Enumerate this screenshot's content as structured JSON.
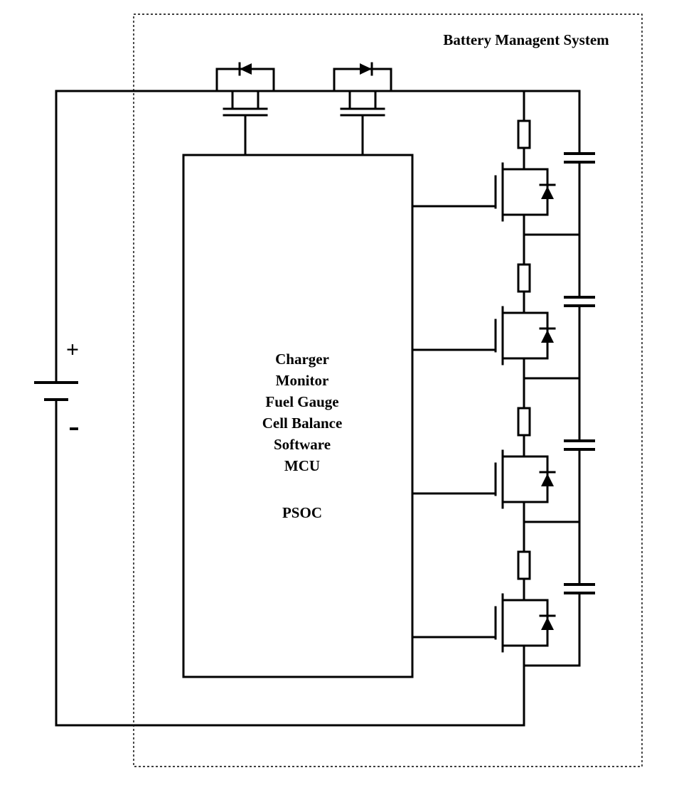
{
  "title": "Battery Managent System",
  "battery": {
    "plus_label": "+",
    "minus_label": "-"
  },
  "controller_box": {
    "lines": [
      "Charger",
      "Monitor",
      "Fuel Gauge",
      "Cell Balance",
      "Software",
      "MCU",
      "PSOC"
    ]
  },
  "components": {
    "top_switches": [
      "charge-mosfet-with-body-diode",
      "discharge-mosfet-with-body-diode"
    ],
    "cell_unit_count": 4,
    "cell_unit_parts": [
      "bleed-resistor",
      "balance-mosfet-with-body-diode",
      "battery-cell"
    ]
  },
  "colors": {
    "line": "#000000",
    "background": "#ffffff"
  }
}
